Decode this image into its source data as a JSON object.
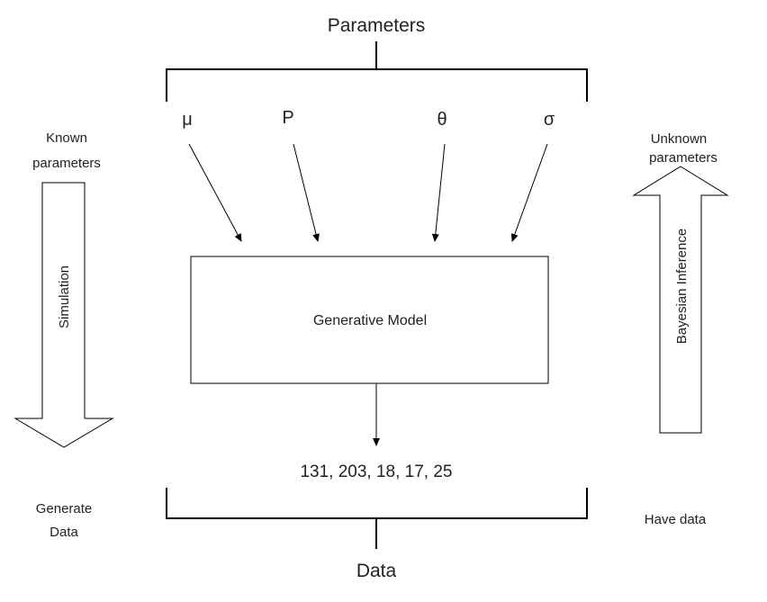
{
  "diagram": {
    "title_top": "Parameters",
    "title_bottom": "Data",
    "parameters": [
      "μ",
      "P",
      "θ",
      "σ"
    ],
    "model_label": "Generative Model",
    "data_values": "131, 203, 18, 17, 25",
    "left": {
      "top_label_line1": "Known",
      "top_label_line2": "parameters",
      "arrow_label": "Simulation",
      "bottom_label_line1": "Generate",
      "bottom_label_line2": "Data"
    },
    "right": {
      "top_label_line1": "Unknown",
      "top_label_line2": "parameters",
      "arrow_label": "Bayesian Inference",
      "bottom_label": "Have data"
    }
  }
}
